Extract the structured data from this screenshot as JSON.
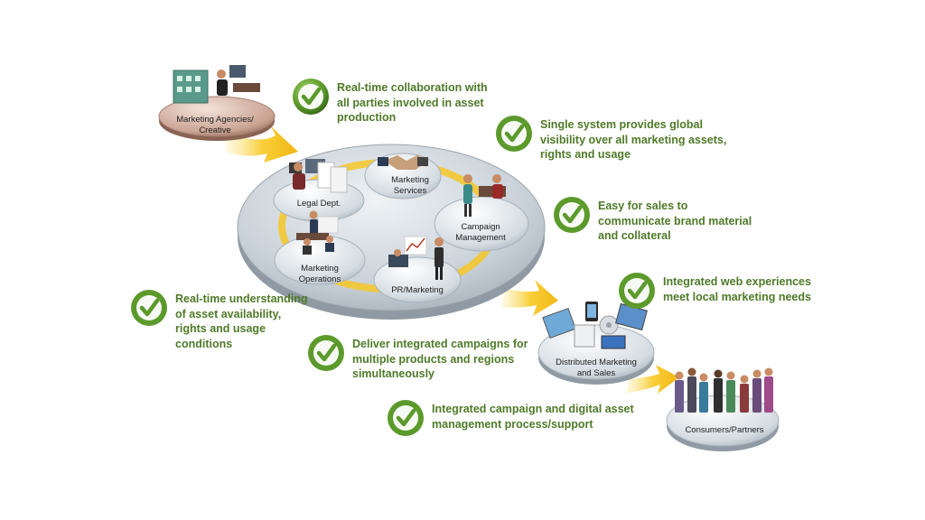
{
  "nodes": {
    "agencies": [
      "Marketing Agencies/",
      "Creative"
    ],
    "legal": [
      "Legal Dept."
    ],
    "services": [
      "Marketing",
      "Services"
    ],
    "campaign": [
      "Campaign",
      "Management"
    ],
    "operations": [
      "Marketing",
      "Operations"
    ],
    "pr": [
      "PR/Marketing"
    ],
    "distributed": [
      "Distributed Marketing",
      "and Sales"
    ],
    "consumers": [
      "Consumers/Partners"
    ]
  },
  "callouts": [
    [
      "Real-time collaboration with",
      "all parties involved in asset",
      "production"
    ],
    [
      "Single system provides global",
      "visibility over all marketing assets,",
      "rights and usage"
    ],
    [
      "Easy for sales to",
      "communicate brand material",
      "and collateral"
    ],
    [
      "Integrated web experiences",
      "meet local marketing needs"
    ],
    [
      "Real-time understanding",
      "of asset availability,",
      "rights and usage",
      "conditions"
    ],
    [
      "Deliver integrated campaigns for",
      "multiple products and regions",
      "simultaneously"
    ],
    [
      "Integrated campaign and digital asset",
      "management process/support"
    ]
  ],
  "colors": {
    "callout_text": "#4f7a28",
    "check_green": "#5c9a2c",
    "arrow_yellow": "#f5c21b",
    "platform_gray": "#b9c3cc",
    "agency_brown": "#b98c78"
  }
}
